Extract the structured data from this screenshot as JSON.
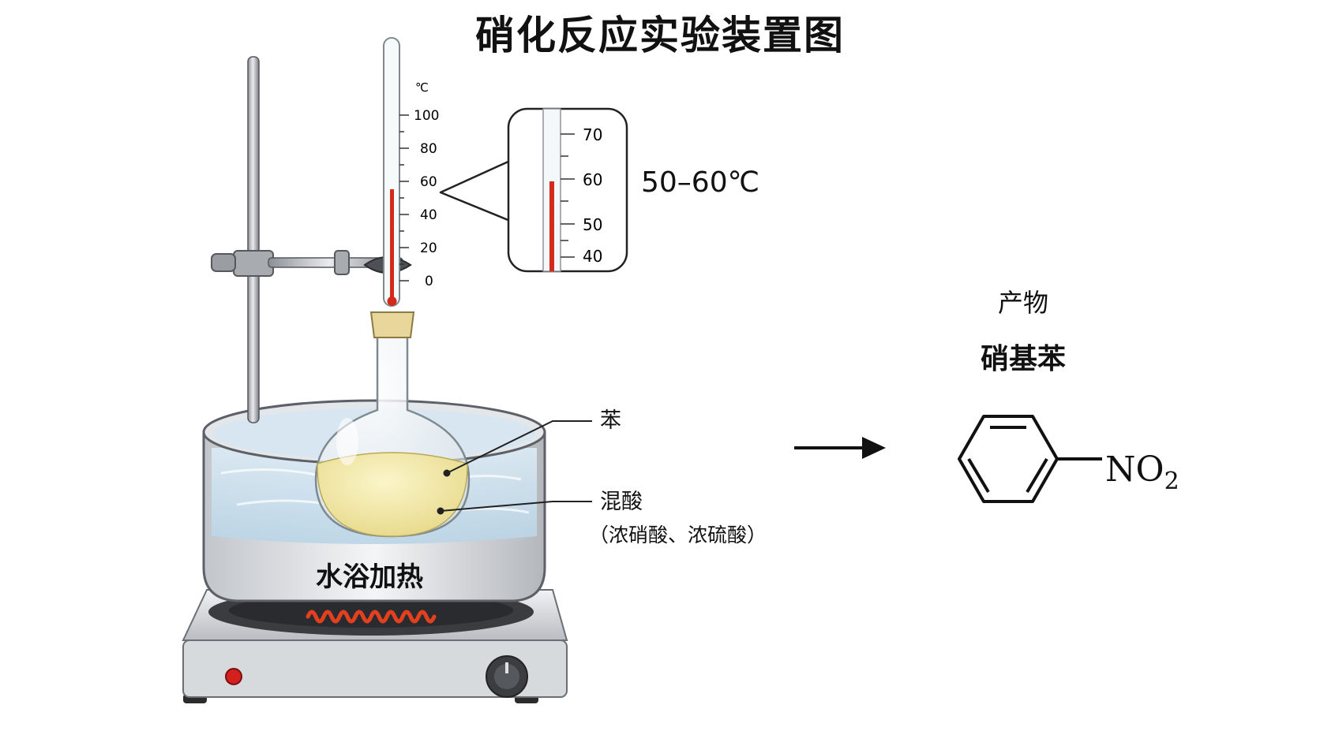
{
  "title": "硝化反应实验装置图",
  "thermometer": {
    "unit": "℃",
    "scale_labels": [
      "100",
      "80",
      "60",
      "40",
      "20",
      "0"
    ],
    "zoom_labels": [
      "70",
      "60",
      "50",
      "40"
    ]
  },
  "temperature_range": "50–60℃",
  "labels": {
    "benzene": "苯",
    "mixed_acid": "混酸",
    "mixed_acid_detail": "（浓硝酸、浓硫酸）",
    "water_bath": "水浴加热"
  },
  "product": {
    "heading": "产物",
    "name": "硝基苯",
    "group_main": "NO",
    "group_sub": "2"
  },
  "colors": {
    "liquid": "#efe3a2",
    "water": "#cfe3f0",
    "mercury": "#d42a1c",
    "coil": "#e2401e",
    "steel": "#c9ccd0"
  }
}
